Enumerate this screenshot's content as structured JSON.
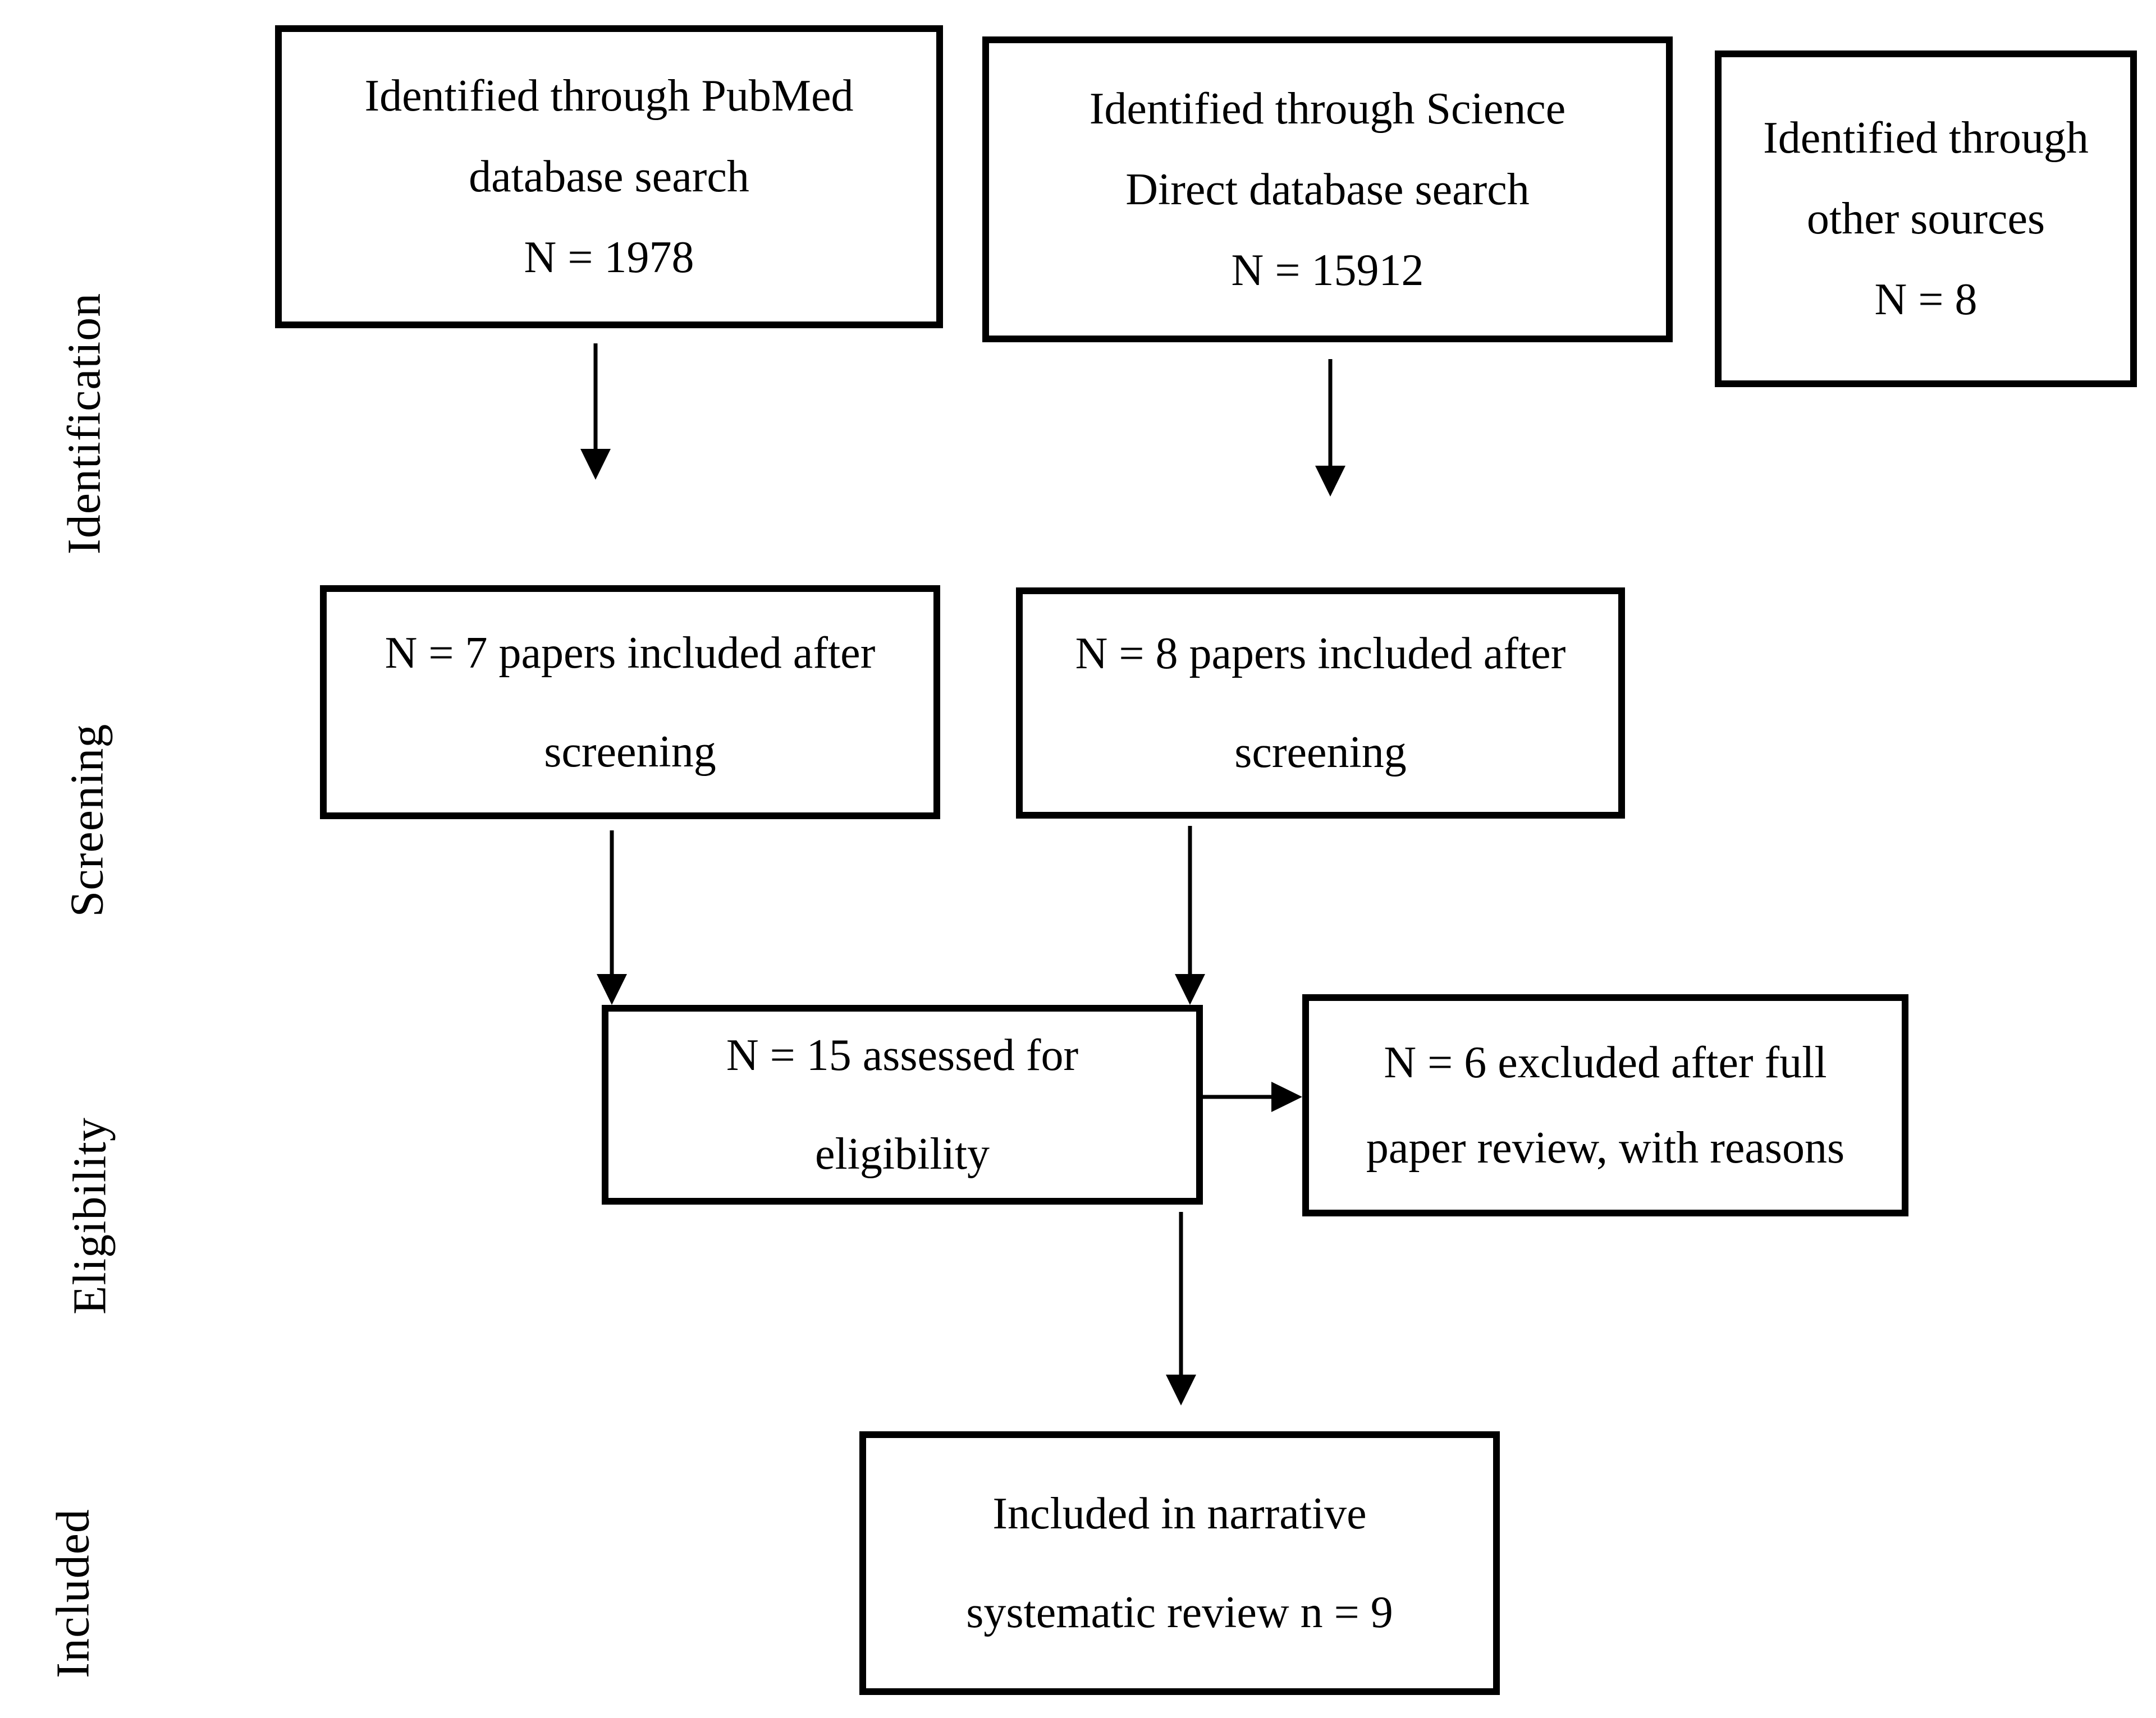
{
  "colors": {
    "ink": "#000000",
    "background": "#ffffff"
  },
  "stages": [
    {
      "id": "identification",
      "label": "Identification"
    },
    {
      "id": "screening",
      "label": "Screening"
    },
    {
      "id": "eligibility",
      "label": "Eligibility"
    },
    {
      "id": "included",
      "label": "Included"
    }
  ],
  "boxes": {
    "pubmed": {
      "lines": [
        "Identified through PubMed",
        "database search",
        "N = 1978"
      ],
      "count": 1978
    },
    "science_direct": {
      "lines": [
        "Identified through Science",
        "Direct database search",
        "N = 15912"
      ],
      "count": 15912
    },
    "other_sources": {
      "lines": [
        "Identified through",
        "other sources",
        "N = 8"
      ],
      "count": 8
    },
    "pubmed_screened": {
      "lines": [
        "N = 7 papers included after",
        "screening"
      ],
      "count": 7
    },
    "science_direct_screened": {
      "lines": [
        "N = 8 papers included after",
        "screening"
      ],
      "count": 8
    },
    "assessed": {
      "lines": [
        "N = 15 assessed for",
        "eligibility"
      ],
      "count": 15
    },
    "excluded": {
      "lines": [
        "N = 6 excluded after full",
        "paper review, with reasons"
      ],
      "count": 6
    },
    "included_review": {
      "lines": [
        "Included in narrative",
        "systematic review n = 9"
      ],
      "count": 9
    }
  }
}
